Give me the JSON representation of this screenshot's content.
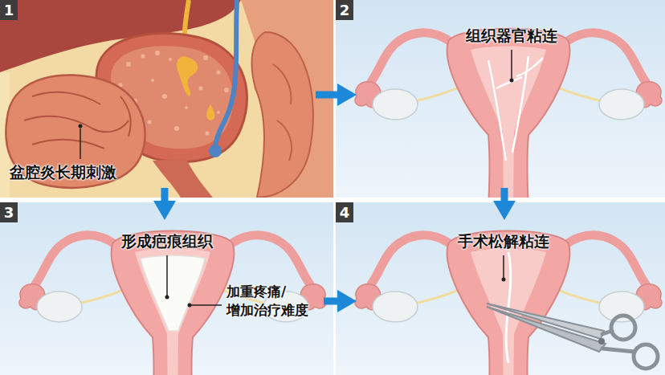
{
  "diagram": {
    "nodes": [
      {
        "text": [
          "1",
          "盆腔炎长期刺激"
        ]
      },
      {
        "text": [
          "2",
          "组织器官粘连"
        ]
      },
      {
        "text": [
          "3",
          "形成疤痕组织",
          "加重疼痛/ 增加治疗难度"
        ]
      },
      {
        "text": [
          "4",
          "手术松解粘连"
        ]
      }
    ],
    "edges": [
      {
        "from": 0,
        "to": 1,
        "arrow": "to"
      },
      {
        "from": 0,
        "to": 2,
        "arrow": "to"
      },
      {
        "from": 1,
        "to": 3,
        "arrow": "to"
      },
      {
        "from": 2,
        "to": 3,
        "arrow": "to"
      }
    ]
  }
}
